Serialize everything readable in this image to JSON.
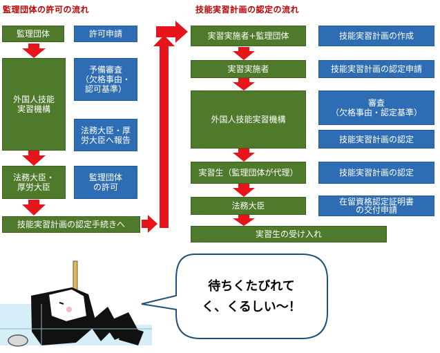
{
  "left_flow": {
    "title": "監理団体の許可の流れ",
    "steps": {
      "kanri": "監理団体",
      "kyoka_shinsei": "許可申請",
      "gaikokujin": "外国人技能\n実習機構",
      "yobi_shinsa": "予備審査\n（欠格事由・\n認可基準）",
      "houkoku": "法務大臣・厚\n労大臣へ報告",
      "daijin": "法務大臣・\n厚労大臣",
      "kyoka": "監理団体\nの許可",
      "tetsuzuki": "技能実習計画の認定手続きへ"
    }
  },
  "right_flow": {
    "title": "技能実習計画の認定の流れ",
    "steps": {
      "jisshi_kanri": "実習実施者+監理団体",
      "sakusei": "技能実習計画の作成",
      "jisshisha": "実習実施者",
      "nintei_shinsei": "技能実習計画の認定申請",
      "kikou": "外国人技能実習機構",
      "shinsa": "審査\n（欠格事由・認定基準）",
      "nintei1": "技能実習計画の認定",
      "jisshusei": "実習生（監理団体が代理）",
      "nintei2": "技能実習計画の認定",
      "houmu": "法務大臣",
      "zairyu": "在留資格認定証明書\nの交付申請",
      "ukeire": "実習生の受け入れ"
    }
  },
  "speech_bubble": {
    "text": "待ちくたびれて\nく、くるしい～！"
  },
  "colors": {
    "green": "#4f7a2b",
    "blue": "#2e6db3",
    "arrow_red": "#e8141b",
    "title_red": "#c00000"
  }
}
